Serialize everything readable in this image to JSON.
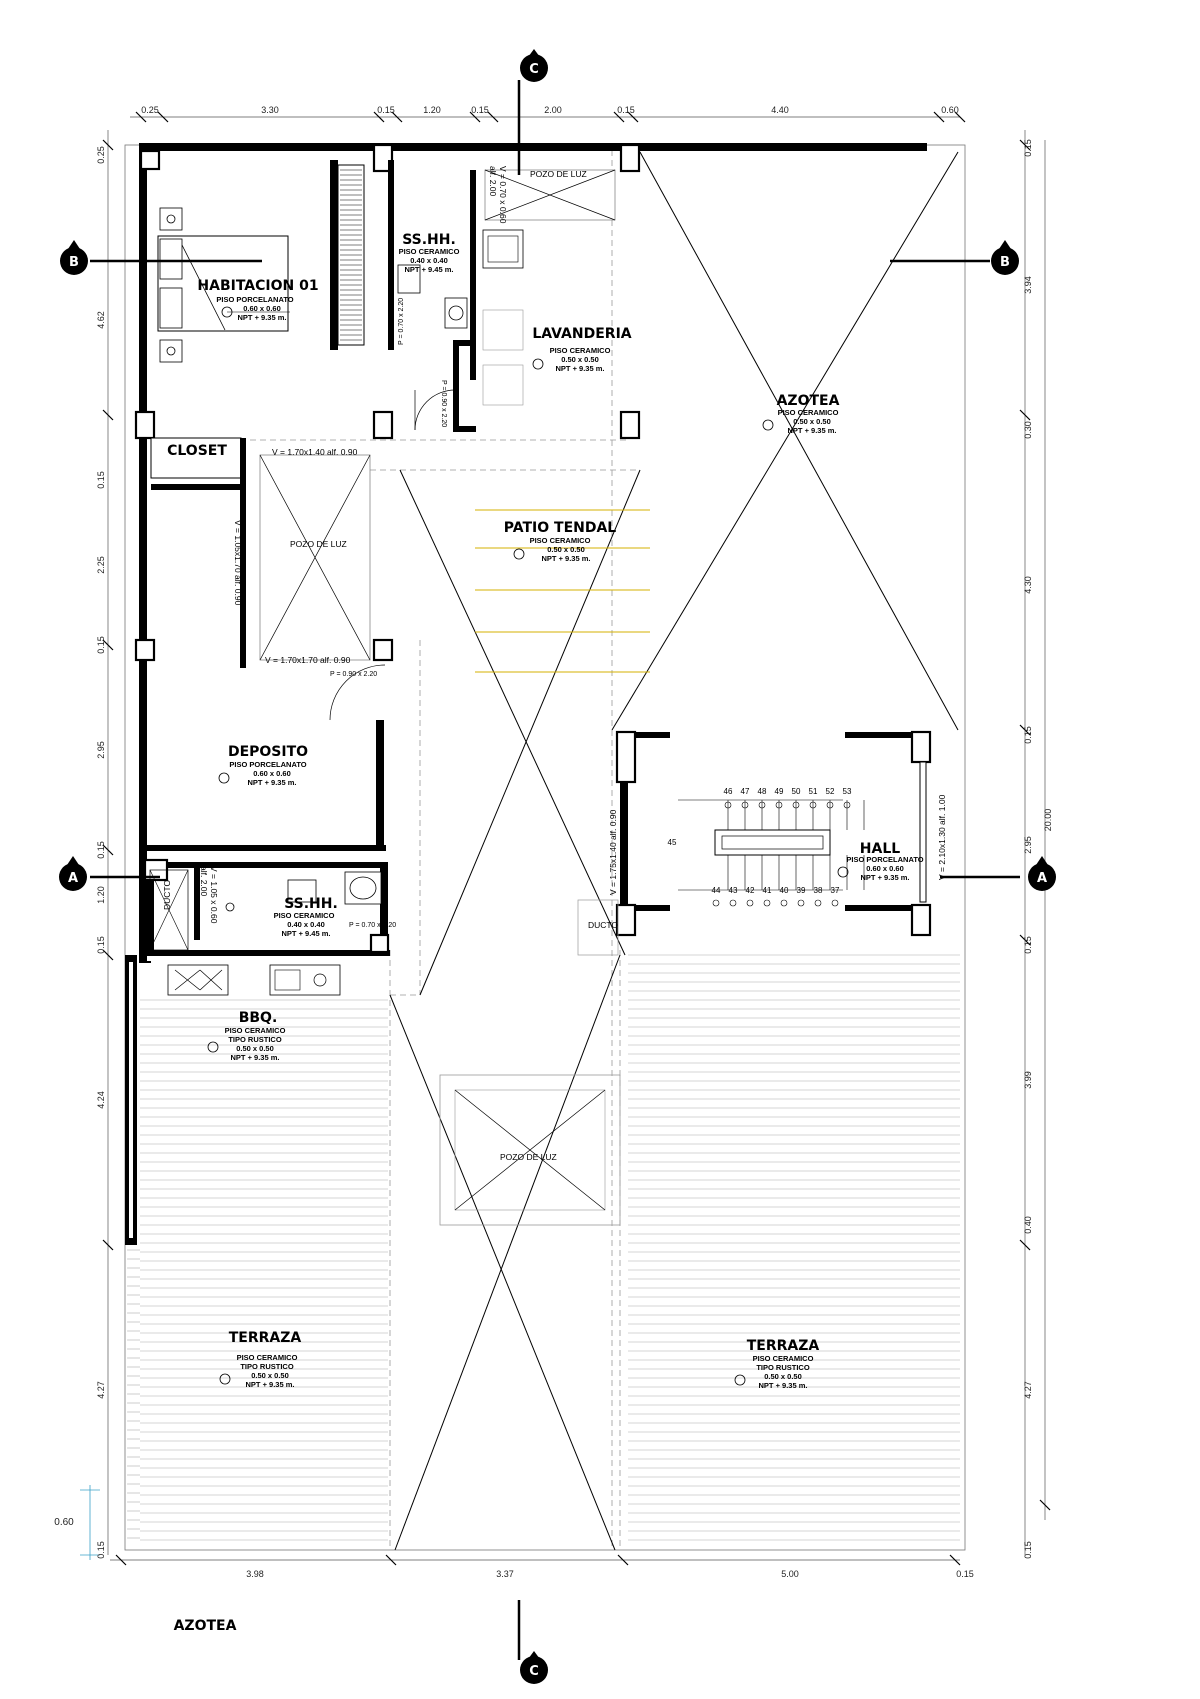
{
  "plan_title": "AZOTEA",
  "dimensions": {
    "top": [
      "0.25",
      "3.30",
      "0.15",
      "1.20",
      "0.15",
      "2.00",
      "0.15",
      "4.40",
      "0.60"
    ],
    "bottom": [
      "3.98",
      "3.37",
      "5.00",
      "0.15"
    ],
    "left": [
      "0.25",
      "4.62",
      "0.15",
      "2.25",
      "0.15",
      "2.95",
      "0.15",
      "1.20",
      "0.15",
      "4.24",
      "4.27",
      "0.15"
    ],
    "left_extra": "0.60",
    "right": [
      "0.15",
      "3.94",
      "0.30",
      "4.30",
      "0.15",
      "2.95",
      "0.15",
      "3.99",
      "0.40",
      "4.27",
      "0.15"
    ],
    "right_total": "20.00"
  },
  "section_marks": {
    "a": "A",
    "b": "B",
    "c": "C"
  },
  "rooms": {
    "habitacion": {
      "name": "HABITACION 01",
      "floor": "PISO PORCELANATO",
      "size": "0.60 x 0.60",
      "npt": "NPT  + 9.35 m."
    },
    "sshh1": {
      "name": "SS.HH.",
      "floor": "PISO CERAMICO",
      "size": "0.40 x 0.40",
      "npt": "NPT  + 9.45 m."
    },
    "lavanderia": {
      "name": "LAVANDERIA",
      "floor": "PISO CERAMICO",
      "size": "0.50 x 0.50",
      "npt": "NPT  + 9.35 m."
    },
    "azotea": {
      "name": "AZOTEA",
      "floor": "PISO CERAMICO",
      "size": "0.50 x 0.50",
      "npt": "NPT  + 9.35 m."
    },
    "closet": {
      "name": "CLOSET"
    },
    "patio": {
      "name": "PATIO TENDAL",
      "floor": "PISO CERAMICO",
      "size": "0.50 x 0.50",
      "npt": "NPT  + 9.35 m."
    },
    "deposito": {
      "name": "DEPOSITO",
      "floor": "PISO PORCELANATO",
      "size": "0.60 x 0.60",
      "npt": "NPT  + 9.35 m."
    },
    "hall": {
      "name": "HALL",
      "floor": "PISO PORCELANATO",
      "size": "0.60 x 0.60",
      "npt": "NPT  + 9.35 m."
    },
    "sshh2": {
      "name": "SS.HH.",
      "floor": "PISO CERAMICO",
      "size": "0.40 x 0.40",
      "npt": "NPT  + 9.45 m."
    },
    "bbq": {
      "name": "BBQ.",
      "floor": "PISO CERAMICO",
      "type": "TIPO RUSTICO",
      "size": "0.50 x 0.50",
      "npt": "NPT  + 9.35 m."
    },
    "terraza1": {
      "name": "TERRAZA",
      "floor": "PISO CERAMICO",
      "type": "TIPO RUSTICO",
      "size": "0.50 x 0.50",
      "npt": "NPT  + 9.35 m."
    },
    "terraza2": {
      "name": "TERRAZA",
      "floor": "PISO CERAMICO",
      "type": "TIPO RUSTICO",
      "size": "0.50 x 0.50",
      "npt": "NPT  + 9.35 m."
    }
  },
  "labels": {
    "pozo_luz": "POZO DE LUZ",
    "ducto": "DUCTO",
    "v_pozo_top": "V = 0.70 x 0.60",
    "v_pozo_top_alf": "alf. 2.00",
    "v_closet": "V = 1.70x1.40 alf. 0.90",
    "v_side": "V = 1.05x1.70 alf. 0.90",
    "v_bottom": "V = 1.70x1.70 alf. 0.90",
    "p_dep": "P = 0.90 x 2.20",
    "p_ss1": "P = 0.70 x 2.20",
    "p_lav": "P = 0.90 x 2.20",
    "p_ss2": "P = 0.70 x 2.20",
    "v_ss2": "V = 1.05 x 0.60",
    "v_ss2_alf": "alf. 2.00",
    "v_hall": "V = 1.75x1.40 alf. 0.90",
    "v_hall_r": "V = 2.10x1.30 alf. 1.00"
  },
  "stairs": {
    "upper": [
      "46",
      "47",
      "48",
      "49",
      "50",
      "51",
      "52",
      "53"
    ],
    "lower": [
      "44",
      "43",
      "42",
      "41",
      "40",
      "39",
      "38",
      "37"
    ],
    "landing": "45"
  }
}
